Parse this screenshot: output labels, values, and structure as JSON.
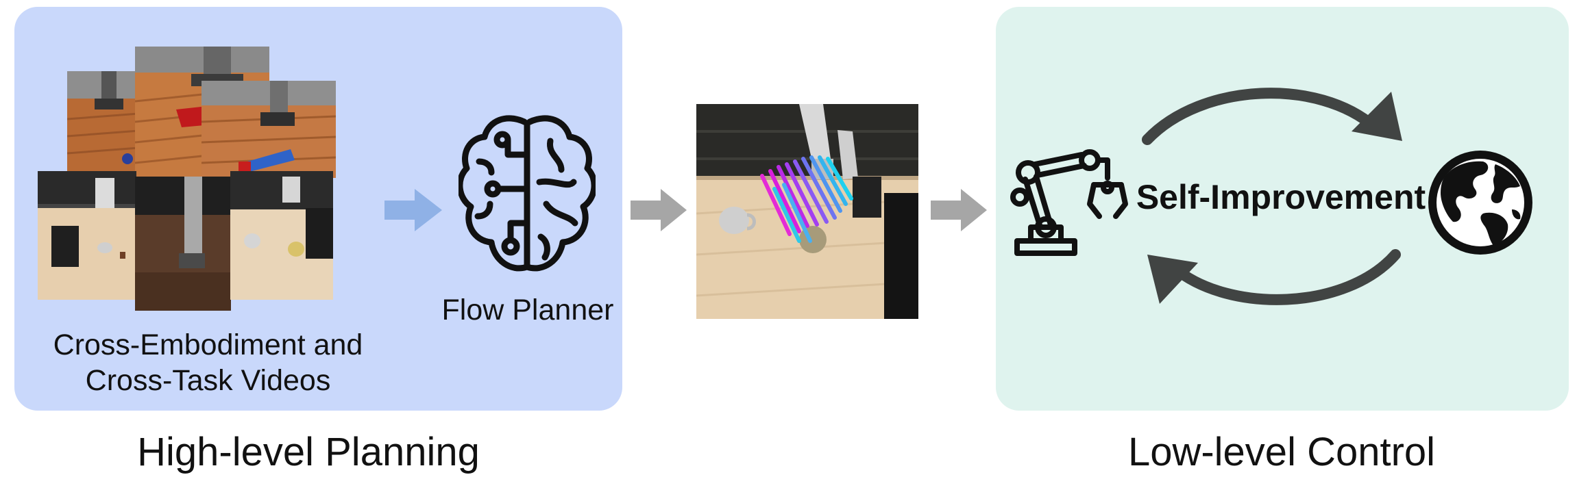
{
  "high_level": {
    "caption": "High-level Planning",
    "videos_caption_line1": "Cross-Embodiment and",
    "videos_caption_line2": "Cross-Task Videos",
    "planner_label": "Flow Planner"
  },
  "low_level": {
    "caption": "Low-level Control",
    "loop_label": "Self-Improvement"
  },
  "colors": {
    "high_panel": "#c9d8fb",
    "low_panel": "#dff3ee",
    "blue_arrow": "#8fb1e6",
    "gray_arrow": "#a6a6a6",
    "loop_arrow": "#414443"
  },
  "icons": {
    "planner": "brain-circuit-icon",
    "robot": "robot-arm-icon",
    "world": "globe-icon"
  }
}
